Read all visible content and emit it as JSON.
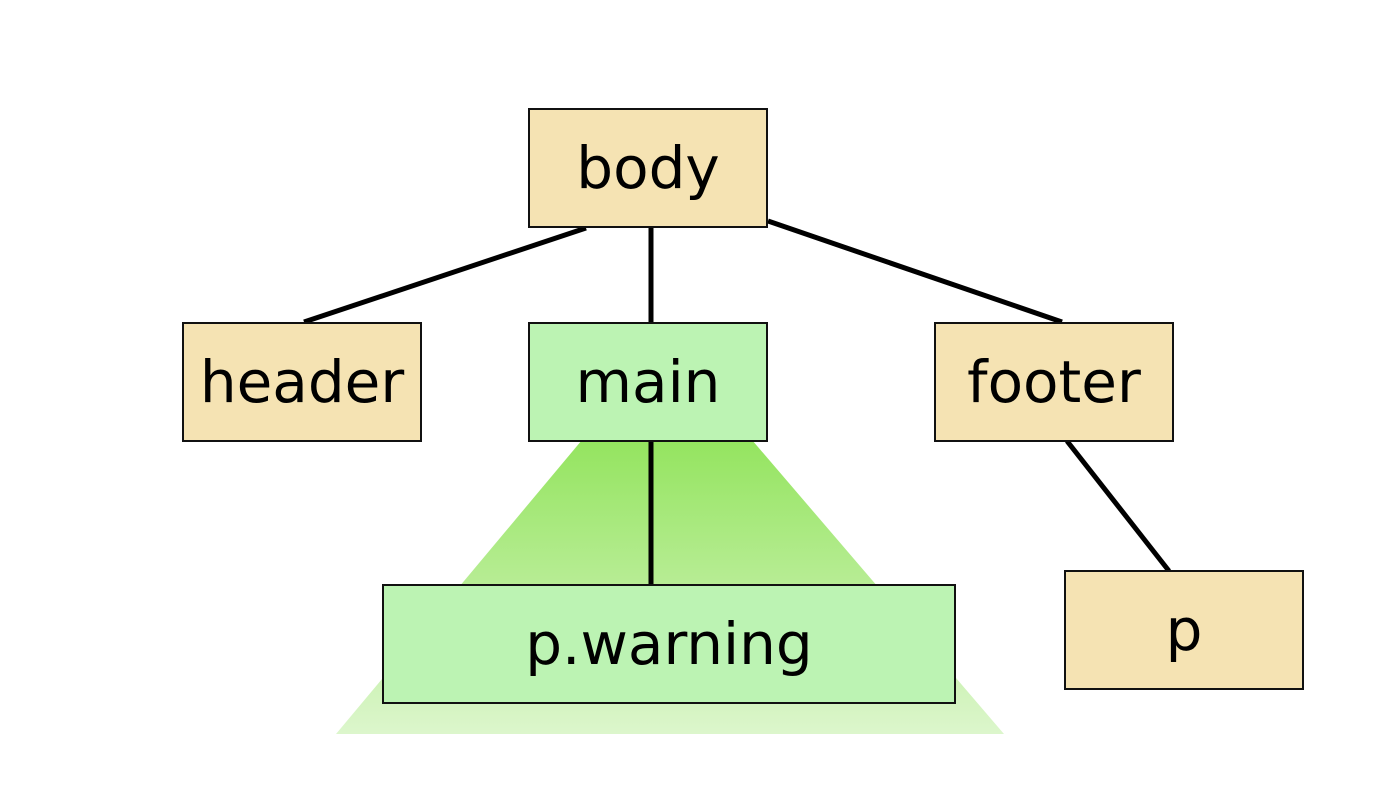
{
  "colors": {
    "plain_node": "#f5e3b3",
    "highlight_node": "#bcf3b3",
    "spotlight_top": "#94e45f",
    "spotlight_bottom": "#dcf6cc",
    "edge": "#000000"
  },
  "nodes": {
    "body": {
      "label": "body",
      "highlighted": false
    },
    "header": {
      "label": "header",
      "highlighted": false
    },
    "main": {
      "label": "main",
      "highlighted": true
    },
    "footer": {
      "label": "footer",
      "highlighted": false
    },
    "p_warning": {
      "label": "p.warning",
      "highlighted": true
    },
    "p": {
      "label": "p",
      "highlighted": false
    }
  },
  "edges": [
    {
      "from": "body",
      "to": "header"
    },
    {
      "from": "body",
      "to": "main"
    },
    {
      "from": "body",
      "to": "footer"
    },
    {
      "from": "main",
      "to": "p_warning"
    },
    {
      "from": "footer",
      "to": "p"
    }
  ]
}
